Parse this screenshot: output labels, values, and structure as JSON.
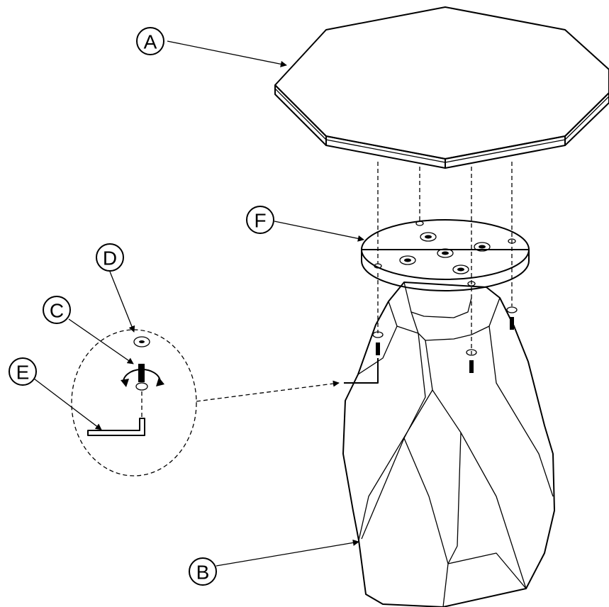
{
  "callouts": {
    "A": "A",
    "B": "B",
    "C": "C",
    "D": "D",
    "E": "E",
    "F": "F"
  },
  "parts": [
    {
      "letter": "A",
      "name": "octagonal-table-top"
    },
    {
      "letter": "B",
      "name": "faceted-base"
    },
    {
      "letter": "C",
      "name": "screw"
    },
    {
      "letter": "D",
      "name": "washer"
    },
    {
      "letter": "E",
      "name": "allen-key"
    },
    {
      "letter": "F",
      "name": "mounting-plate"
    }
  ]
}
